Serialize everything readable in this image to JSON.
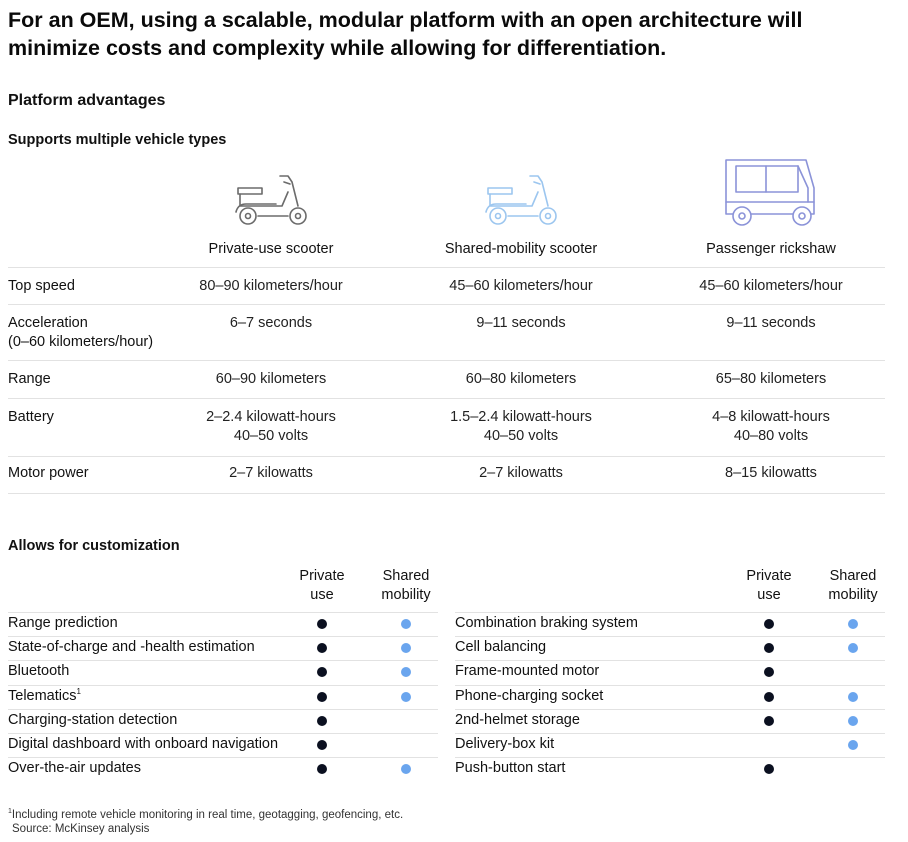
{
  "title": "For an OEM, using a scalable, modular platform with an open architecture will minimize costs and complexity while allowing for differentiation.",
  "section_title": "Platform advantages",
  "vehicle_types_heading": "Supports multiple vehicle types",
  "vehicles": [
    {
      "label": "Private-use scooter",
      "icon": "scooter-icon",
      "color": "#6b6b6b"
    },
    {
      "label": "Shared-mobility scooter",
      "icon": "scooter-icon",
      "color": "#9cc6ef"
    },
    {
      "label": "Passenger rickshaw",
      "icon": "rickshaw-icon",
      "color": "#8b93d8"
    }
  ],
  "specs": [
    {
      "label": "Top speed",
      "values": [
        "80–90 kilometers/hour",
        "45–60 kilometers/hour",
        "45–60 kilometers/hour"
      ]
    },
    {
      "label": "Acceleration",
      "label2": "(0–60 kilometers/hour)",
      "values": [
        "6–7 seconds",
        "9–11 seconds",
        "9–11 seconds"
      ]
    },
    {
      "label": "Range",
      "values": [
        "60–90 kilometers",
        "60–80 kilometers",
        "65–80 kilometers"
      ]
    },
    {
      "label": "Battery",
      "values": [
        "2–2.4 kilowatt-hours",
        "1.5–2.4 kilowatt-hours",
        "4–8 kilowatt-hours"
      ],
      "values2": [
        "40–50 volts",
        "40–50 volts",
        "40–80 volts"
      ]
    },
    {
      "label": "Motor power",
      "values": [
        "2–7 kilowatts",
        "2–7 kilowatts",
        "8–15 kilowatts"
      ]
    }
  ],
  "customization_heading": "Allows for customization",
  "customization_columns": {
    "private_1": "Private",
    "private_2": "use",
    "shared_1": "Shared",
    "shared_2": "mobility"
  },
  "customization_left": [
    {
      "label": "Range prediction",
      "private": true,
      "shared": true
    },
    {
      "label": "State-of-charge and -health estimation",
      "private": true,
      "shared": true
    },
    {
      "label": "Bluetooth",
      "private": true,
      "shared": true
    },
    {
      "label": "Telematics",
      "footnote": "1",
      "private": true,
      "shared": true
    },
    {
      "label": "Charging-station detection",
      "private": true,
      "shared": false
    },
    {
      "label": "Digital dashboard with onboard navigation",
      "private": true,
      "shared": false
    },
    {
      "label": "Over-the-air updates",
      "private": true,
      "shared": true
    }
  ],
  "customization_right": [
    {
      "label": "Combination braking system",
      "private": true,
      "shared": true
    },
    {
      "label": "Cell balancing",
      "private": true,
      "shared": true
    },
    {
      "label": "Frame-mounted motor",
      "private": true,
      "shared": false
    },
    {
      "label": "Phone-charging socket",
      "private": true,
      "shared": true
    },
    {
      "label": "2nd-helmet storage",
      "private": true,
      "shared": true
    },
    {
      "label": "Delivery-box kit",
      "private": false,
      "shared": true
    },
    {
      "label": "Push-button start",
      "private": true,
      "shared": false
    }
  ],
  "colors": {
    "private_dot": "#0b1020",
    "shared_dot": "#6aa5ee"
  },
  "footnote_mark": "1",
  "footnote": "Including remote vehicle monitoring in real time, geotagging, geofencing, etc.",
  "source": "Source: McKinsey analysis"
}
